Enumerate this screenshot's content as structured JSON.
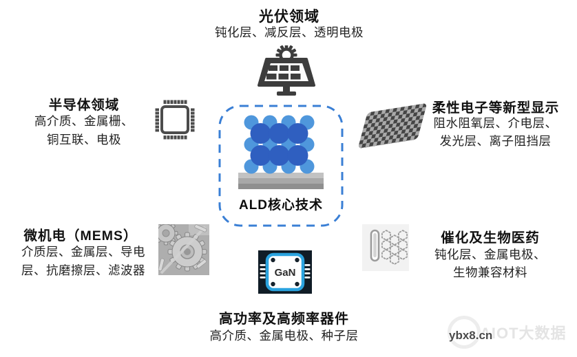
{
  "diagram": {
    "center_label": "ALD核心技术"
  },
  "sections": {
    "photovoltaic": {
      "title": "光伏领域",
      "line1": "钝化层、减反层、透明电极"
    },
    "semiconductor": {
      "title": "半导体领域",
      "line1": "高介质、金属栅、",
      "line2": "铜互联、电极"
    },
    "flexible_display": {
      "title": "柔性电子等新型显示",
      "line1": "阻水阻氧层、介电层、",
      "line2": "发光层、离子阻挡层"
    },
    "mems": {
      "title": "微机电（MEMS）",
      "line1": "介质层、金属层、导电",
      "line2": "层、抗磨擦层、滤波器"
    },
    "high_power": {
      "title": "高功率及高频率器件",
      "line1": "高介质、金属电极、种子层"
    },
    "bio_catalysis": {
      "title": "催化及生物医药",
      "line1": "钝化层、金属电极、",
      "line2": "生物兼容材料"
    }
  },
  "gan": {
    "label": "GaN"
  },
  "watermark": {
    "site": "ybx8.cn",
    "brand": "AIOT大数据"
  },
  "icons": {
    "solar": "solar-panel-icon",
    "chip": "chip-icon",
    "mesh": "flexible-mesh-icon",
    "atoms": "ald-atoms-icon",
    "gears": "mems-gears-icon",
    "gan": "gan-chip-icon",
    "tube": "test-tube-molecule-icon"
  },
  "colors": {
    "dashed_border": "#3a7fd5",
    "atom_light": "#4f97dc",
    "atom_dark": "#2f5fc0",
    "gan_accent": "#2aa3df",
    "substrate_gray": "#a8a8a8",
    "icon_dark": "#3d3d3d"
  }
}
